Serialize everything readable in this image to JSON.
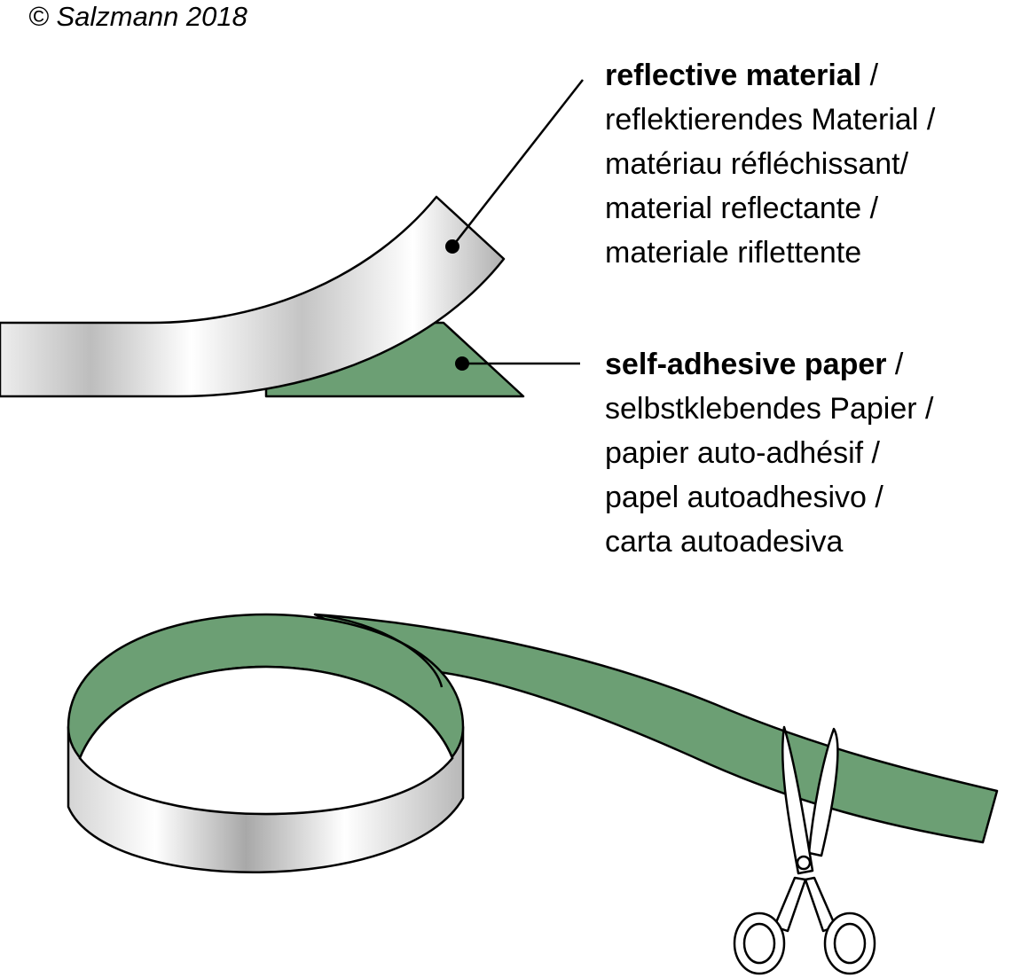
{
  "copyright": "© Salzmann 2018",
  "labels": {
    "reflective": {
      "title": "reflective material",
      "title_suffix": " /",
      "lines": [
        "reflektierendes Material /",
        "matériau réfléchissant/",
        "material reflectante /",
        "materiale riflettente"
      ]
    },
    "adhesive": {
      "title": "self-adhesive paper",
      "title_suffix": " /",
      "lines": [
        "selbstklebendes Papier /",
        "papier auto-adhésif /",
        "papel autoadhesivo /",
        "carta autoadesiva"
      ]
    }
  },
  "colors": {
    "paper_green": "#6c9f74",
    "outline": "#000000",
    "silver_light": "#ffffff",
    "silver_dark": "#9a9a9a"
  },
  "icons": [
    "scissors-icon"
  ]
}
